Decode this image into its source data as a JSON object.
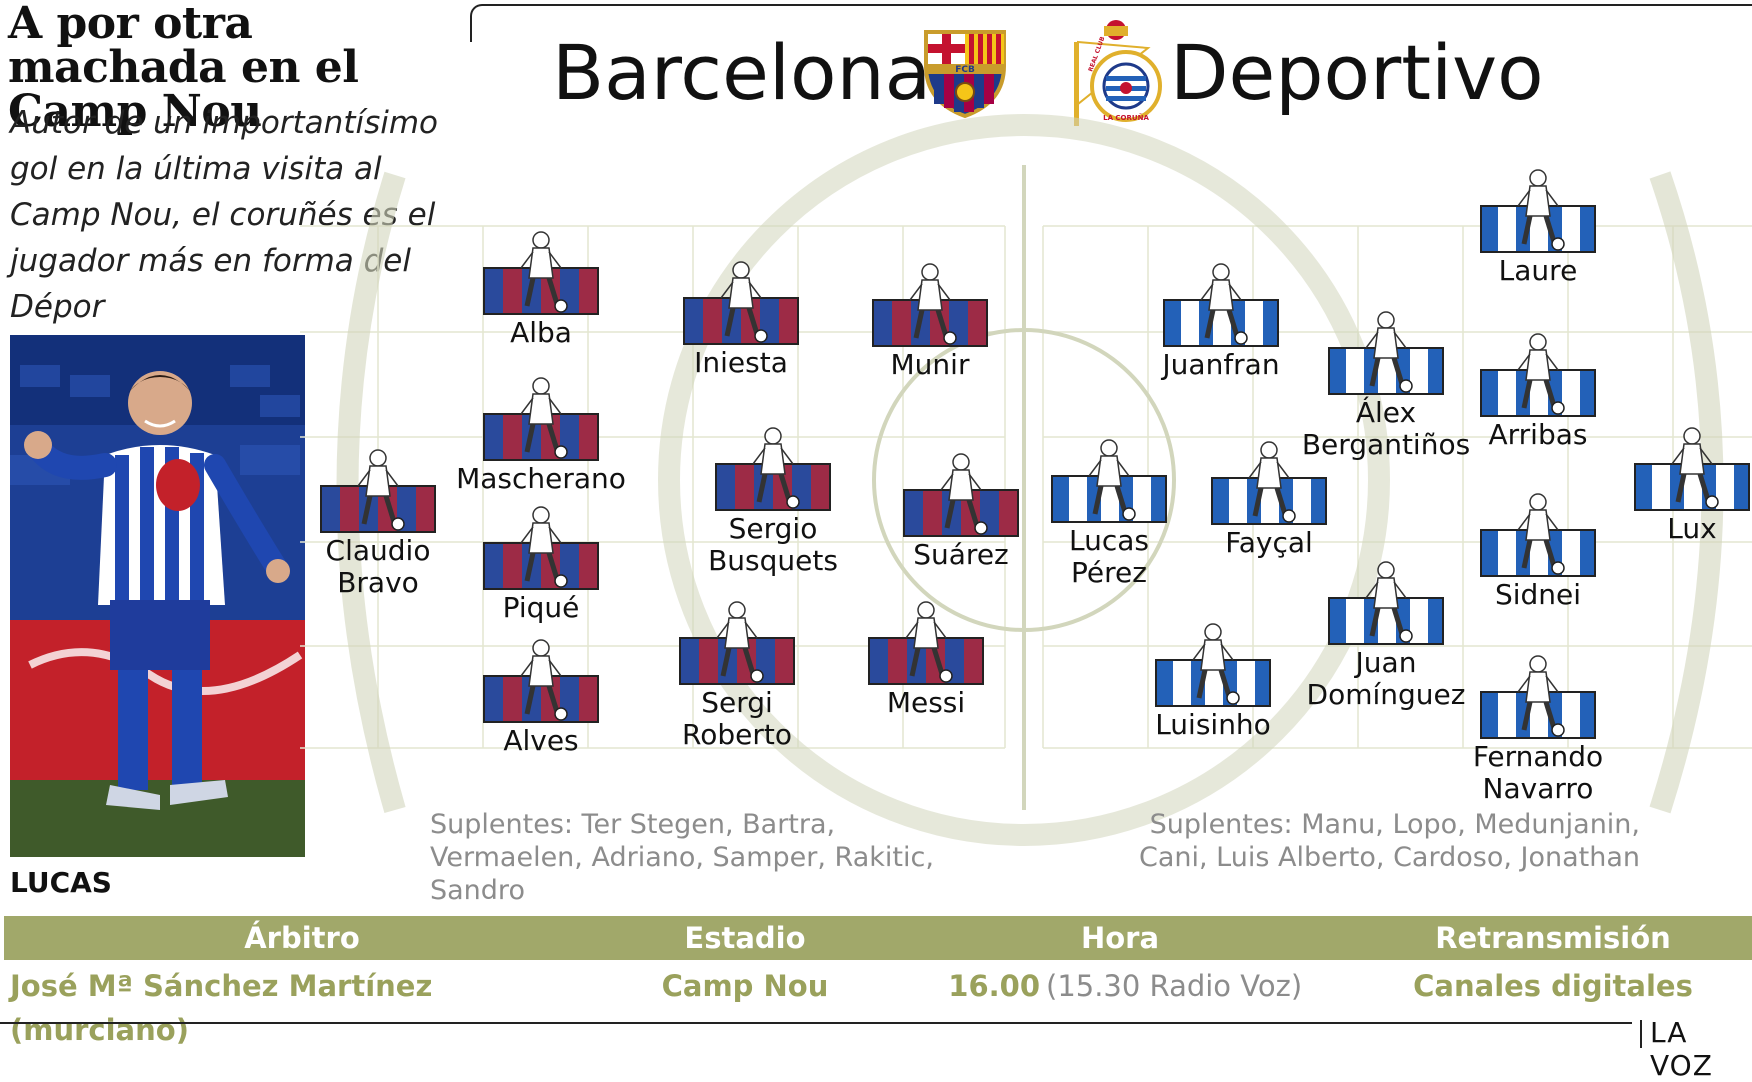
{
  "headline": "A por otra machada en el Camp Nou",
  "subtitle": "Autor de un importantísimo gol en la última visita al Camp Nou, el coruñés es el jugador más en forma del Dépor",
  "photo_caption": "LUCAS",
  "teams": {
    "home": {
      "name": "Barcelona",
      "crest_letters": "FCB",
      "colors": {
        "primary": "#2a4a9c",
        "secondary": "#9d2b46"
      }
    },
    "away": {
      "name": "Deportivo",
      "crest_text": "REAL CLUB DEPORTIVO LA CORUÑA",
      "colors": {
        "primary": "#2361b8",
        "secondary": "#ffffff"
      }
    }
  },
  "home_players": [
    {
      "id": "bravo",
      "name_lines": [
        "Claudio",
        "Bravo"
      ]
    },
    {
      "id": "alba",
      "name_lines": [
        "Alba"
      ]
    },
    {
      "id": "mascherano",
      "name_lines": [
        "Mascherano"
      ]
    },
    {
      "id": "pique",
      "name_lines": [
        "Piqué"
      ]
    },
    {
      "id": "alves",
      "name_lines": [
        "Alves"
      ]
    },
    {
      "id": "iniesta",
      "name_lines": [
        "Iniesta"
      ]
    },
    {
      "id": "busquets",
      "name_lines": [
        "Sergio",
        "Busquets"
      ]
    },
    {
      "id": "roberto",
      "name_lines": [
        "Sergi",
        "Roberto"
      ]
    },
    {
      "id": "munir",
      "name_lines": [
        "Munir"
      ]
    },
    {
      "id": "suarez",
      "name_lines": [
        "Suárez"
      ]
    },
    {
      "id": "messi",
      "name_lines": [
        "Messi"
      ]
    }
  ],
  "away_players": [
    {
      "id": "lucas",
      "name_lines": [
        "Lucas",
        "Pérez"
      ]
    },
    {
      "id": "juanfran",
      "name_lines": [
        "Juanfran"
      ]
    },
    {
      "id": "faycal",
      "name_lines": [
        "Fayçal"
      ]
    },
    {
      "id": "luisinho",
      "name_lines": [
        "Luisinho"
      ]
    },
    {
      "id": "bergantinos",
      "name_lines": [
        "Álex",
        "Bergantiños"
      ]
    },
    {
      "id": "dominguez",
      "name_lines": [
        "Juan",
        "Domínguez"
      ]
    },
    {
      "id": "laure",
      "name_lines": [
        "Laure"
      ]
    },
    {
      "id": "arribas",
      "name_lines": [
        "Arribas"
      ]
    },
    {
      "id": "sidnei",
      "name_lines": [
        "Sidnei"
      ]
    },
    {
      "id": "navarro",
      "name_lines": [
        "Fernando",
        "Navarro"
      ]
    },
    {
      "id": "lux",
      "name_lines": [
        "Lux"
      ]
    }
  ],
  "subs": {
    "home": [
      "Suplentes: Ter Stegen, Bartra,",
      "Vermaelen, Adriano, Samper, Rakitic,",
      "Sandro"
    ],
    "away": [
      "Suplentes: Manu, Lopo, Medunjanin,",
      "Cani, Luis Alberto, Cardoso, Jonathan"
    ]
  },
  "info": {
    "referee": {
      "label": "Árbitro",
      "value": "José Mª Sánchez Martínez (murciano)"
    },
    "stadium": {
      "label": "Estadio",
      "value": "Camp Nou"
    },
    "time": {
      "label": "Hora",
      "value": "16.00",
      "note": "(15.30 Radio Voz)"
    },
    "broadcast": {
      "label": "Retransmisión",
      "value": "Canales digitales"
    }
  },
  "credit": "LA VOZ",
  "colors": {
    "pitch_lines": "#d2d6bc",
    "info_bar": "#a1a86a",
    "info_value": "#9aa15c",
    "subs_text": "#8c8c8c"
  }
}
